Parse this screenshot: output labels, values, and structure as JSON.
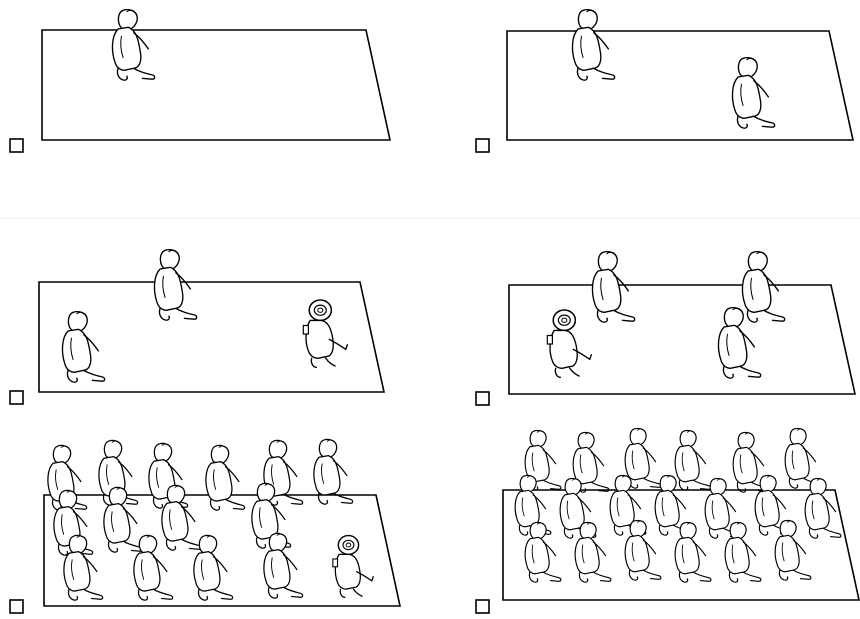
{
  "figure": {
    "panels": [
      {
        "id": "p1",
        "people": 1,
        "checkbox": {
          "checked": false
        }
      },
      {
        "id": "p2",
        "people": 2,
        "checkbox": {
          "checked": false
        }
      },
      {
        "id": "p3",
        "people": 3,
        "checkbox": {
          "checked": false
        }
      },
      {
        "id": "p4",
        "people": 4,
        "checkbox": {
          "checked": false
        }
      },
      {
        "id": "p5",
        "people": "crowd",
        "checkbox": {
          "checked": false
        }
      },
      {
        "id": "p6",
        "people": "dense crowd",
        "checkbox": {
          "checked": false
        }
      }
    ],
    "colors": {
      "line": "#000000",
      "background": "#ffffff",
      "separator": "#f3f3f3"
    }
  }
}
